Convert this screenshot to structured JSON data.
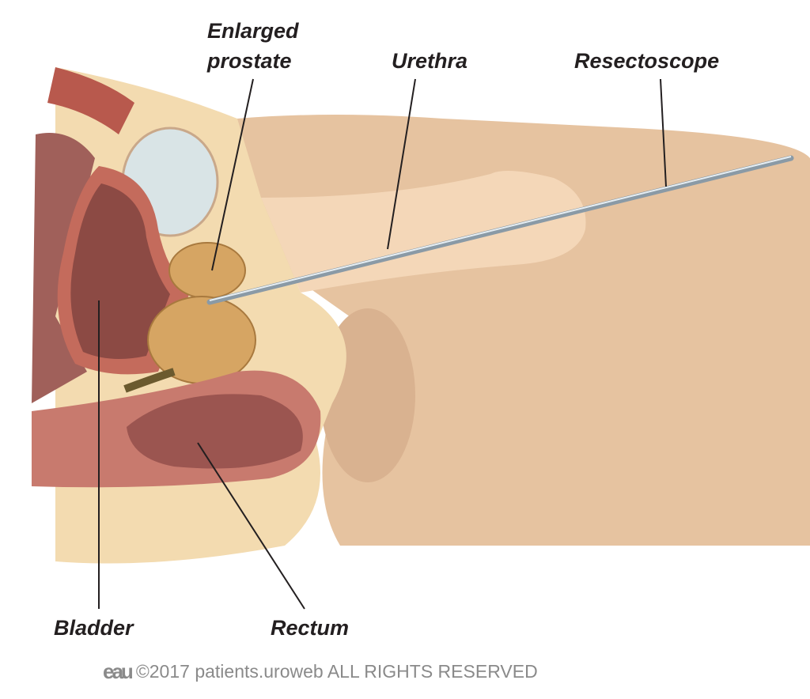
{
  "labels": {
    "enlarged_prostate_line1": "Enlarged",
    "enlarged_prostate_line2": "prostate",
    "urethra": "Urethra",
    "resectoscope": "Resectoscope",
    "bladder": "Bladder",
    "rectum": "Rectum"
  },
  "footer": {
    "logo": "eau",
    "copyright": "©2017 patients.uroweb ALL RIGHTS RESERVED"
  },
  "colors": {
    "skin": "#e6c3a0",
    "tissue": "#f3dbb0",
    "bladder": "#8c4a44",
    "prostate": "#d6a563",
    "label": "#231f20"
  }
}
